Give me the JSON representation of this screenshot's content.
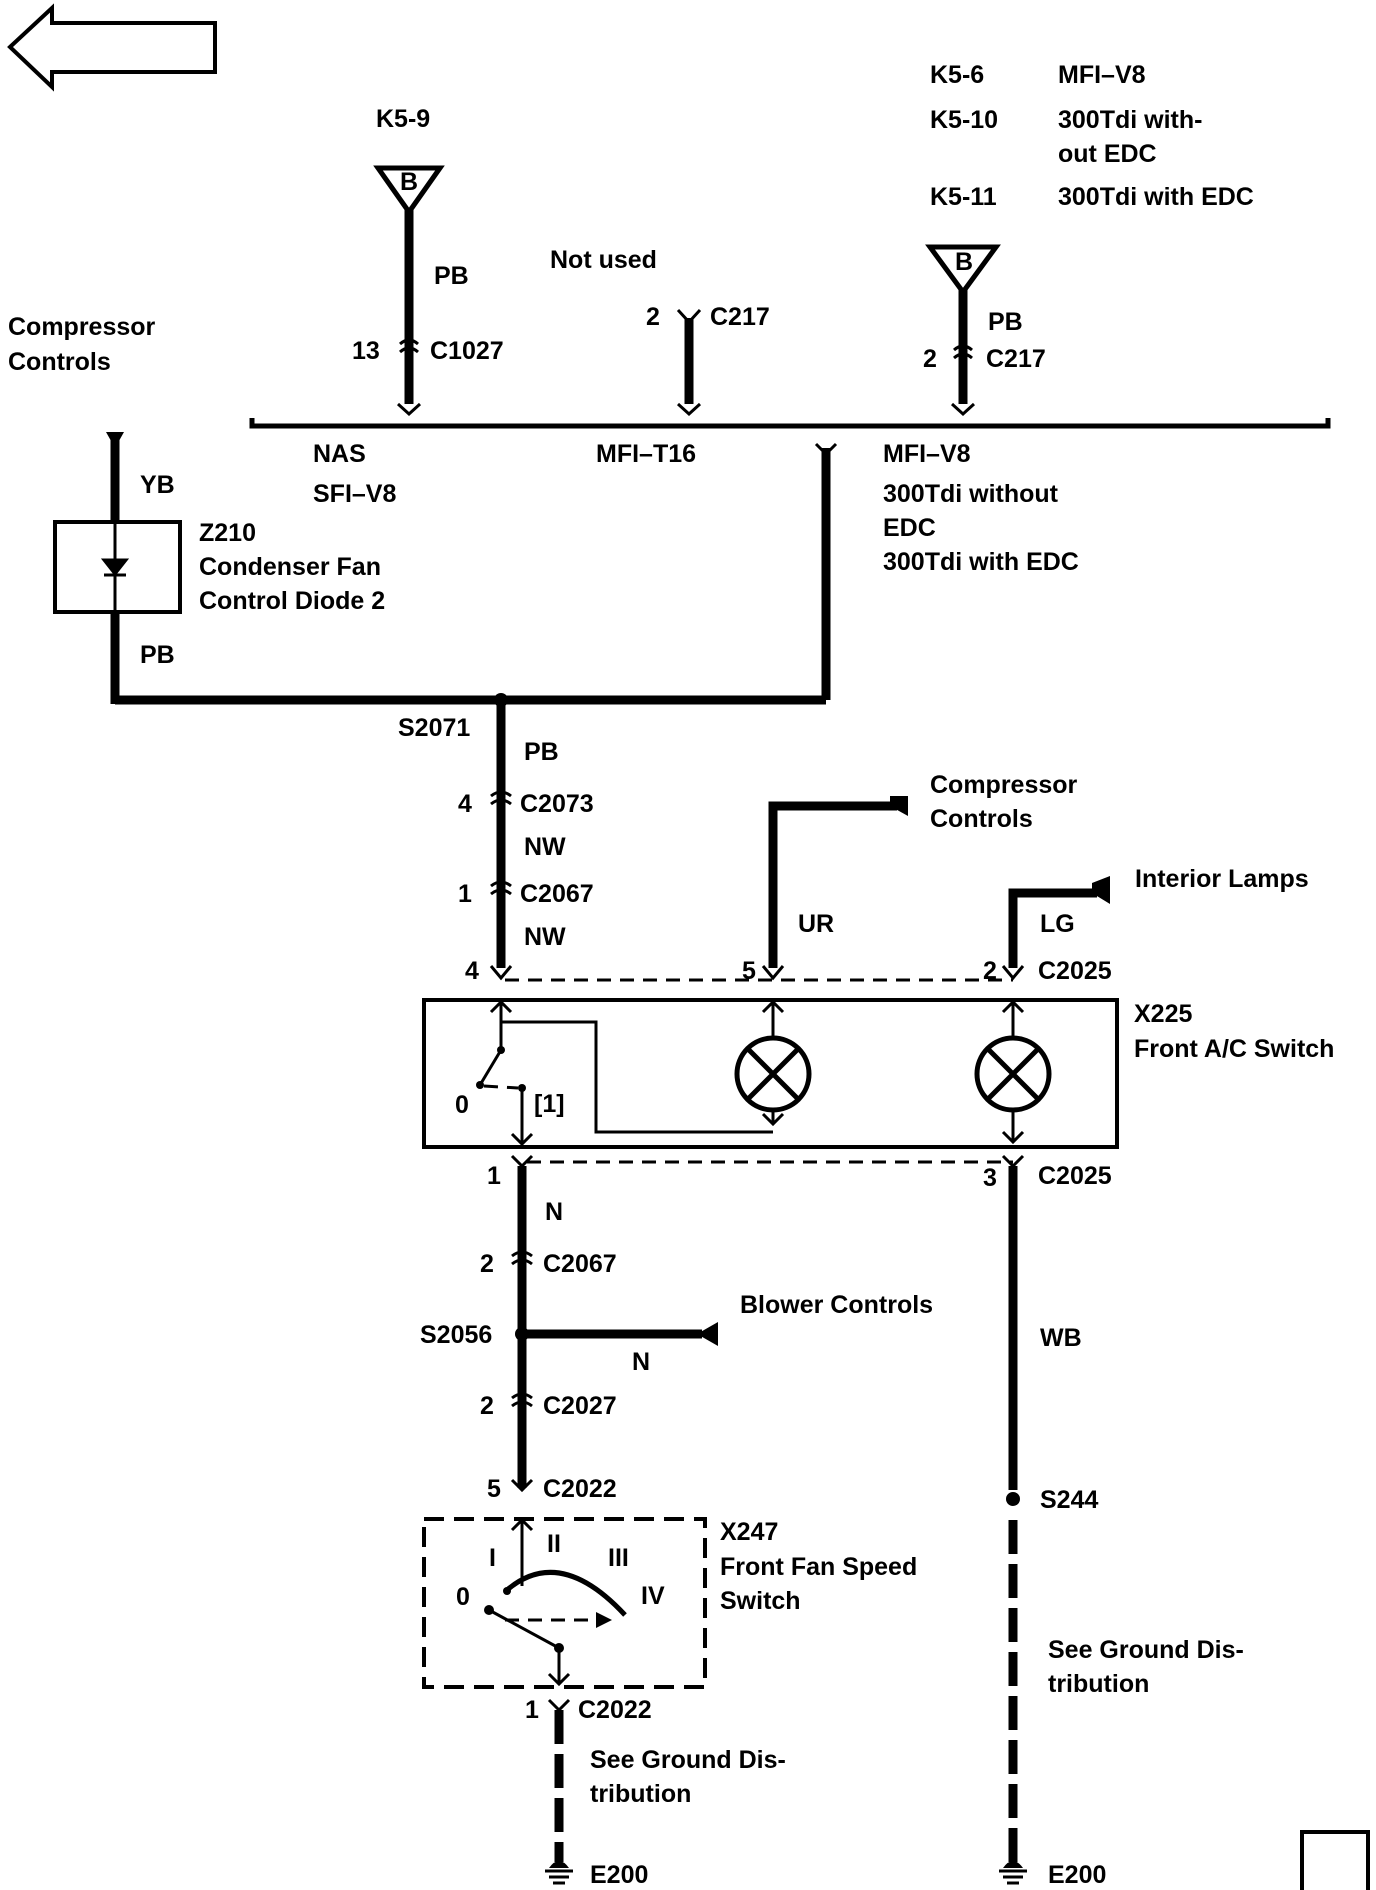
{
  "legend": {
    "k5_6": "K5-6",
    "k5_6_desc": "MFI–V8",
    "k5_10": "K5-10",
    "k5_10_desc1": "300Tdi with-",
    "k5_10_desc2": "out EDC",
    "k5_11": "K5-11",
    "k5_11_desc": "300Tdi with EDC"
  },
  "top": {
    "k5_9": "K5-9",
    "fuse_letter": "B",
    "not_used": "Not used",
    "pb": "PB",
    "pin13": "13",
    "c1027": "C1027",
    "pin2a": "2",
    "c217a": "C217",
    "pin2b": "2",
    "c217b": "C217",
    "nas": "NAS",
    "sfi_v8": "SFI–V8",
    "mfi_t16": "MFI–T16",
    "mfi_v8": "MFI–V8",
    "tdi_wo1": "300Tdi without",
    "tdi_wo2": "EDC",
    "tdi_w": "300Tdi with EDC"
  },
  "left": {
    "comp1": "Compressor",
    "comp2": "Controls",
    "yb": "YB",
    "z210": "Z210",
    "z210_d1": "Condenser Fan",
    "z210_d2": "Control Diode 2",
    "pb": "PB"
  },
  "mid": {
    "s2071": "S2071",
    "pb": "PB",
    "pin4": "4",
    "c2073": "C2073",
    "nw1": "NW",
    "pin1": "1",
    "c2067": "C2067",
    "nw2": "NW",
    "comp1": "Compressor",
    "comp2": "Controls",
    "int_lamps": "Interior Lamps",
    "ur": "UR",
    "lg": "LG",
    "p4": "4",
    "p5": "5",
    "p2": "2",
    "c2025a": "C2025",
    "x225": "X225",
    "x225_d": "Front A/C Switch",
    "sw0": "0",
    "sw1": "[1]",
    "p1": "1",
    "p3": "3",
    "c2025b": "C2025"
  },
  "lower": {
    "n1": "N",
    "pin2a": "2",
    "c2067": "C2067",
    "s2056": "S2056",
    "blower": "Blower Controls",
    "n2": "N",
    "pin2b": "2",
    "c2027": "C2027",
    "pin5": "5",
    "c2022a": "C2022",
    "x247": "X247",
    "x247_d1": "Front Fan Speed",
    "x247_d2": "Switch",
    "sp0": "0",
    "sp1": "I",
    "sp2": "II",
    "sp3": "III",
    "sp4": "IV",
    "pin1": "1",
    "c2022b": "C2022",
    "gnd1a": "See Ground Dis-",
    "gnd1b": "tribution",
    "e200a": "E200",
    "wb": "WB",
    "s244": "S244",
    "gnd2a": "See Ground Dis-",
    "gnd2b": "tribution",
    "e200b": "E200"
  },
  "nav": {
    "back": "back-arrow",
    "page_box": "page-box"
  }
}
